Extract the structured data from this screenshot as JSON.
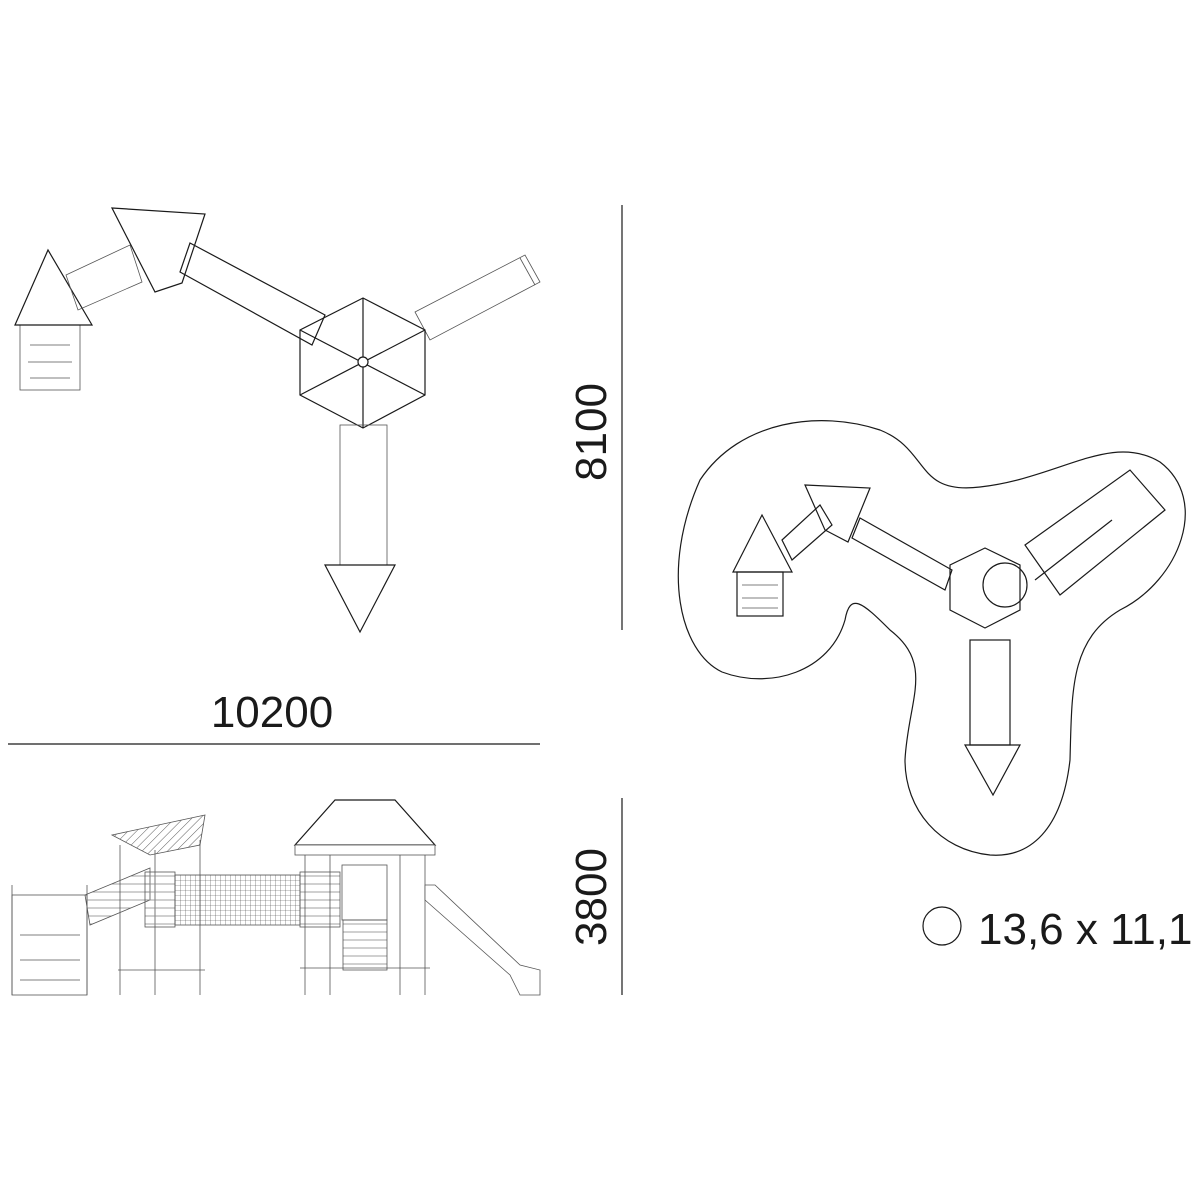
{
  "dimensions": {
    "width": "10200",
    "depth": "8100",
    "height": "3800"
  },
  "safety_area": {
    "label": "13,6 x 11,1"
  },
  "icons": {
    "safety_area_symbol": "circle-outline-icon"
  },
  "colors": {
    "line": "#1a1a1a",
    "background": "#ffffff"
  }
}
